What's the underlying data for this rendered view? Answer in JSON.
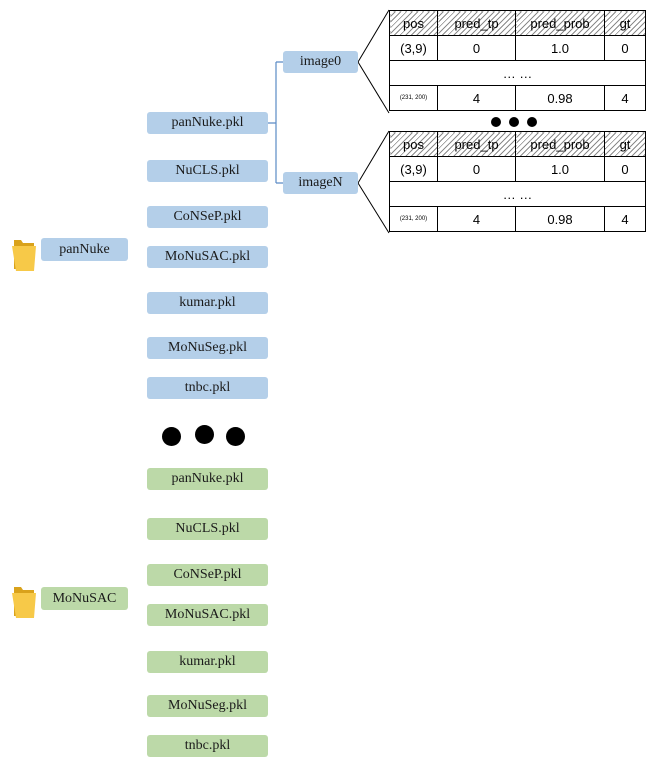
{
  "folders": [
    {
      "label": "panNuke",
      "files": [
        "panNuke.pkl",
        "NuCLS.pkl",
        "CoNSeP.pkl",
        "MoNuSAC.pkl",
        "kumar.pkl",
        "MoNuSeg.pkl",
        "tnbc.pkl"
      ]
    },
    {
      "label": "MoNuSAC",
      "files": [
        "panNuke.pkl",
        "NuCLS.pkl",
        "CoNSeP.pkl",
        "MoNuSAC.pkl",
        "kumar.pkl",
        "MoNuSeg.pkl",
        "tnbc.pkl"
      ]
    }
  ],
  "images": [
    "image0",
    "imageN"
  ],
  "tables": [
    {
      "headers": [
        "pos",
        "pred_tp",
        "pred_prob",
        "gt"
      ],
      "first_row": [
        "(3,9)",
        "0",
        "1.0",
        "0"
      ],
      "ellipsis": "… …",
      "last_row": [
        "(231, 200)",
        "4",
        "0.98",
        "4"
      ]
    },
    {
      "headers": [
        "pos",
        "pred_tp",
        "pred_prob",
        "gt"
      ],
      "first_row": [
        "(3,9)",
        "0",
        "1.0",
        "0"
      ],
      "ellipsis": "… …",
      "last_row": [
        "(231, 200)",
        "4",
        "0.98",
        "4"
      ]
    }
  ],
  "colors": {
    "blue": "#b4cfe9",
    "green": "#bcd9a8",
    "folder": "#f5c542"
  }
}
